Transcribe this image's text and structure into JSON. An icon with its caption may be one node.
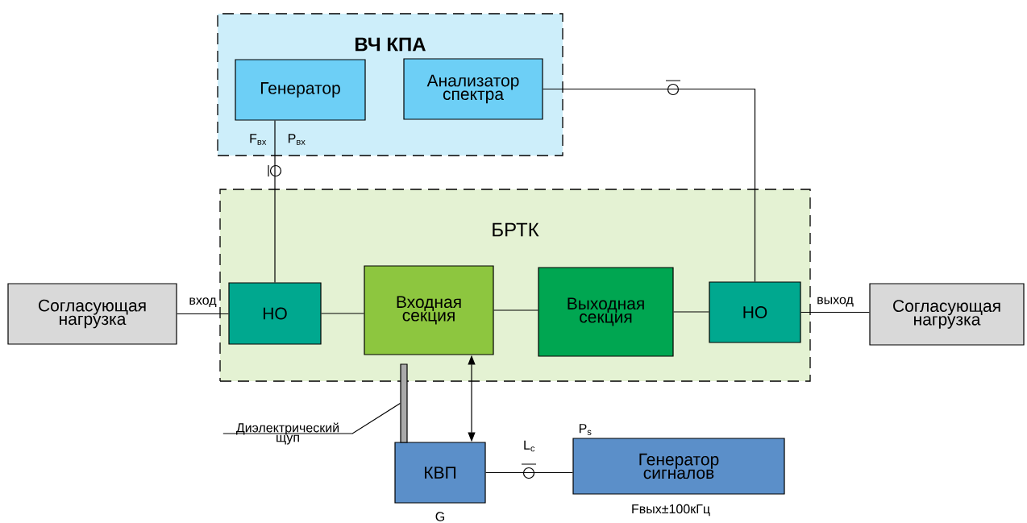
{
  "diagram": {
    "nodes": [
      {
        "text": [
          "ВЧ КПА"
        ]
      },
      {
        "text": [
          "Генератор"
        ],
        "in": 0
      },
      {
        "text": [
          "Анализатор спектра"
        ],
        "in": 0
      },
      {
        "text": [
          "БРТК"
        ]
      },
      {
        "text": [
          "НО"
        ],
        "in": 3
      },
      {
        "text": [
          "Входная секция"
        ],
        "in": 3
      },
      {
        "text": [
          "Выходная секция"
        ],
        "in": 3
      },
      {
        "text": [
          "НО"
        ],
        "in": 3
      },
      {
        "text": [
          "Согласующая нагрузка"
        ]
      },
      {
        "text": [
          "Согласующая нагрузка"
        ]
      },
      {
        "text": [
          "КВП"
        ],
        "beside": [
          "G"
        ]
      },
      {
        "text": [
          "Генератор сигналов"
        ],
        "beside": [
          "P$_{s}$",
          "Fвых±100кГц"
        ]
      },
      {
        "text": [],
        "shape": "bar"
      },
      {
        "text": [
          "Диэлектрический щуп"
        ]
      }
    ],
    "edges": [
      {
        "from": 1,
        "to": 4,
        "arrow": "none"
      },
      {
        "from": 2,
        "to": 7,
        "arrow": "none"
      },
      {
        "from": 8,
        "to": 4,
        "arrow": "none",
        "label": "вход"
      },
      {
        "from": 4,
        "to": 5,
        "arrow": "none"
      },
      {
        "from": 5,
        "to": 6,
        "arrow": "none"
      },
      {
        "from": 6,
        "to": 7,
        "arrow": "none"
      },
      {
        "from": 7,
        "to": 9,
        "arrow": "none",
        "label": "выход"
      },
      {
        "from": 5,
        "to": 10,
        "arrow": "both"
      },
      {
        "from": 10,
        "to": 11,
        "arrow": "none",
        "label": "L$_{c}$"
      },
      {
        "from": 13,
        "to": 12,
        "arrow": "none"
      }
    ],
    "labels": [
      "F$_{вх}$",
      "P$_{вх}$"
    ]
  }
}
